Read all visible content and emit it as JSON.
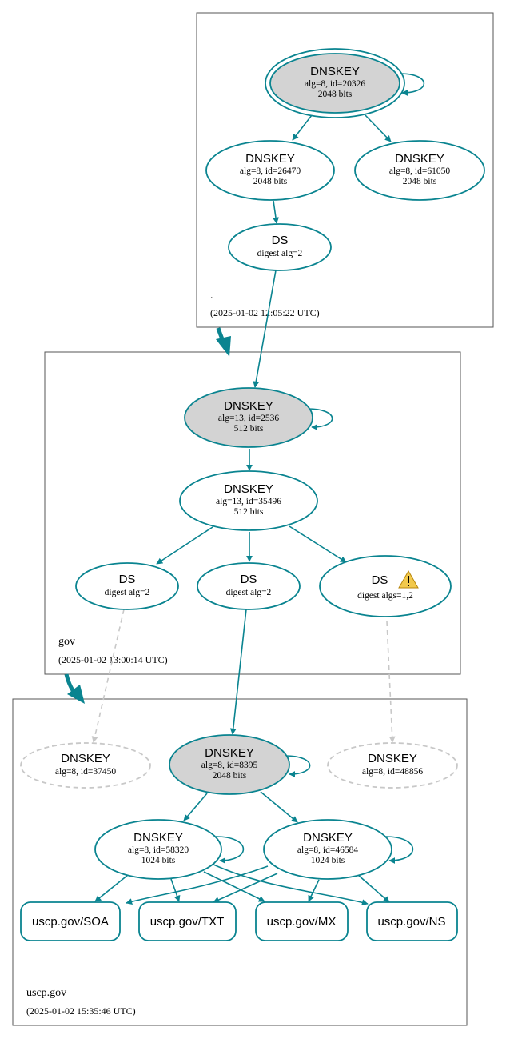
{
  "colors": {
    "edge": "#0a8490",
    "sep_fill": "#d3d3d3",
    "missing": "#c8c8c8",
    "warning": "#f2c94c"
  },
  "zones": {
    "root": {
      "name": ".",
      "timestamp": "(2025-01-02 12:05:22 UTC)"
    },
    "gov": {
      "name": "gov",
      "timestamp": "(2025-01-02 13:00:14 UTC)"
    },
    "uscp": {
      "name": "uscp.gov",
      "timestamp": "(2025-01-02 15:35:46 UTC)"
    }
  },
  "nodes": {
    "root_ksk": {
      "title": "DNSKEY",
      "line1": "alg=8, id=20326",
      "line2": "2048 bits"
    },
    "root_zsk1": {
      "title": "DNSKEY",
      "line1": "alg=8, id=26470",
      "line2": "2048 bits"
    },
    "root_zsk2": {
      "title": "DNSKEY",
      "line1": "alg=8, id=61050",
      "line2": "2048 bits"
    },
    "root_ds": {
      "title": "DS",
      "line1": "digest alg=2"
    },
    "gov_ksk": {
      "title": "DNSKEY",
      "line1": "alg=13, id=2536",
      "line2": "512 bits"
    },
    "gov_zsk": {
      "title": "DNSKEY",
      "line1": "alg=13, id=35496",
      "line2": "512 bits"
    },
    "gov_ds1": {
      "title": "DS",
      "line1": "digest alg=2"
    },
    "gov_ds2": {
      "title": "DS",
      "line1": "digest alg=2"
    },
    "gov_ds3": {
      "title": "DS",
      "line1": "digest algs=1,2",
      "warning": "warning-icon"
    },
    "uscp_missing1": {
      "title": "DNSKEY",
      "line1": "alg=8, id=37450"
    },
    "uscp_ksk": {
      "title": "DNSKEY",
      "line1": "alg=8, id=8395",
      "line2": "2048 bits"
    },
    "uscp_missing2": {
      "title": "DNSKEY",
      "line1": "alg=8, id=48856"
    },
    "uscp_zsk1": {
      "title": "DNSKEY",
      "line1": "alg=8, id=58320",
      "line2": "1024 bits"
    },
    "uscp_zsk2": {
      "title": "DNSKEY",
      "line1": "alg=8, id=46584",
      "line2": "1024 bits"
    }
  },
  "rrsets": {
    "soa": "uscp.gov/SOA",
    "txt": "uscp.gov/TXT",
    "mx": "uscp.gov/MX",
    "ns": "uscp.gov/NS"
  }
}
